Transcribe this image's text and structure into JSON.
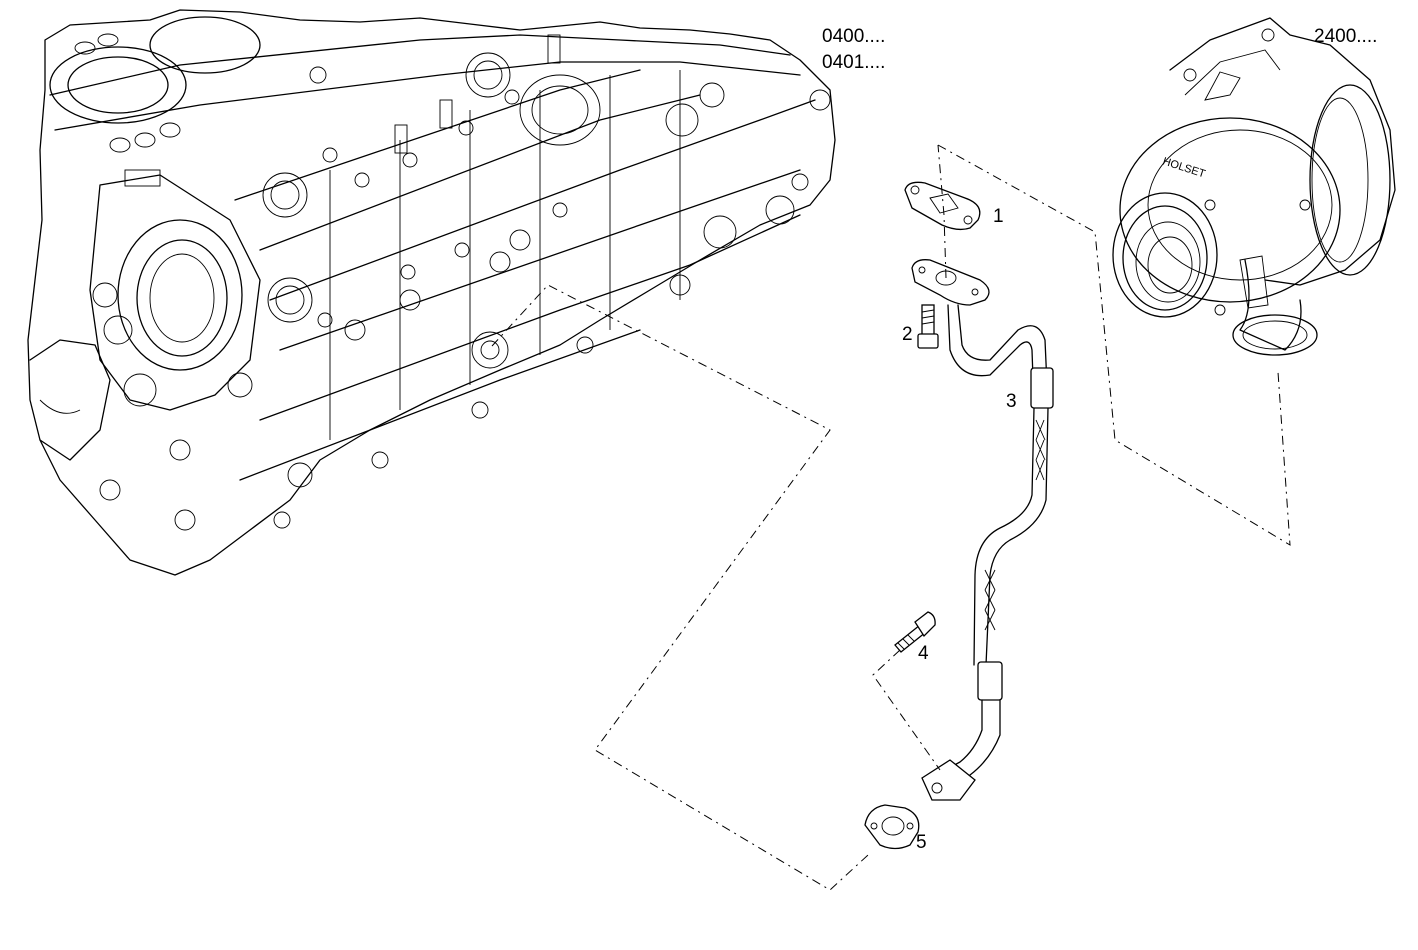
{
  "diagram": {
    "group_refs": {
      "engine_block_ref_1": "0400....",
      "engine_block_ref_2": "0401....",
      "turbocharger_ref": "2400...."
    },
    "part_numbers": [
      "1",
      "2",
      "3",
      "4",
      "5"
    ],
    "turbo_brand_text": "HOLSET"
  }
}
